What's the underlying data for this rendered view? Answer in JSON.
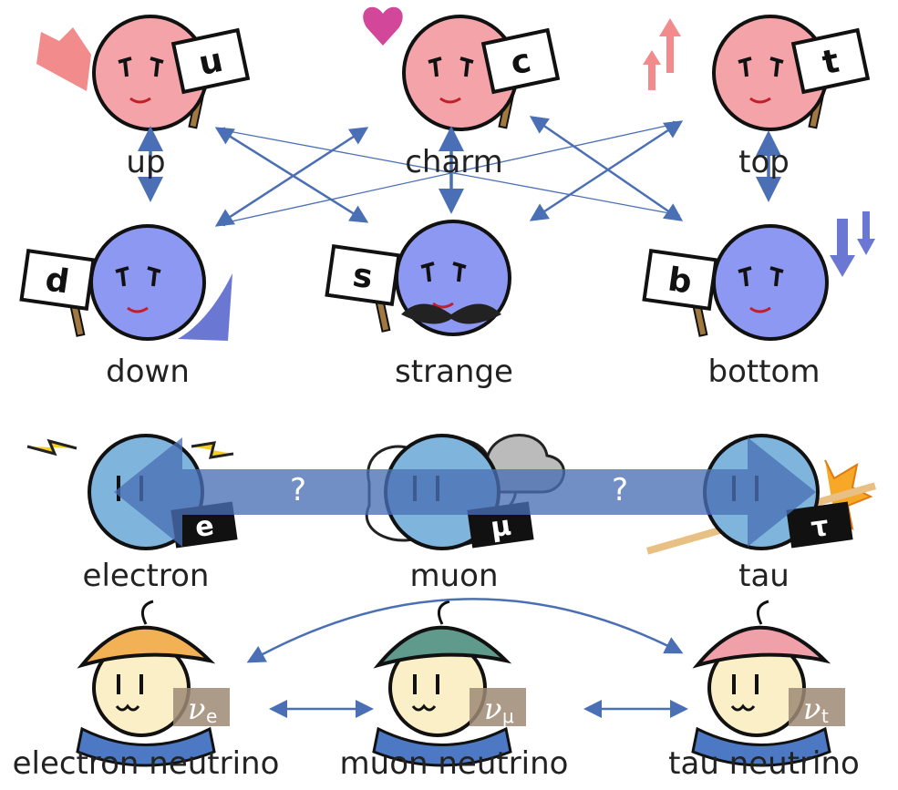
{
  "quarks": [
    {
      "name": "up",
      "symbol": "u",
      "color": "#F4A3A8"
    },
    {
      "name": "charm",
      "symbol": "c",
      "color": "#F4A3A8"
    },
    {
      "name": "top",
      "symbol": "t",
      "color": "#F4A3A8"
    },
    {
      "name": "down",
      "symbol": "d",
      "color": "#8D98F2"
    },
    {
      "name": "strange",
      "symbol": "s",
      "color": "#8D98F2"
    },
    {
      "name": "bottom",
      "symbol": "b",
      "color": "#8D98F2"
    }
  ],
  "leptons": [
    {
      "name": "electron",
      "symbol": "e",
      "color": "#7FB4DC"
    },
    {
      "name": "muon",
      "symbol": "μ",
      "color": "#7FB4DC"
    },
    {
      "name": "tau",
      "symbol": "τ",
      "color": "#7FB4DC"
    }
  ],
  "neutrinos": [
    {
      "name": "electron neutrino",
      "symbol": "ν",
      "sub": "e",
      "hat": "#F2B155"
    },
    {
      "name": "muon neutrino",
      "symbol": "ν",
      "sub": "μ",
      "hat": "#5F9A8C"
    },
    {
      "name": "tau neutrino",
      "symbol": "ν",
      "sub": "t",
      "hat": "#F0A0A8"
    }
  ],
  "lepton_transition_marks": [
    "?",
    "?"
  ],
  "colors": {
    "arrow": "#4A6FB5",
    "band": "#4A6FB5",
    "skin": "#FBEFC8",
    "scarf": "#4D79C4"
  }
}
